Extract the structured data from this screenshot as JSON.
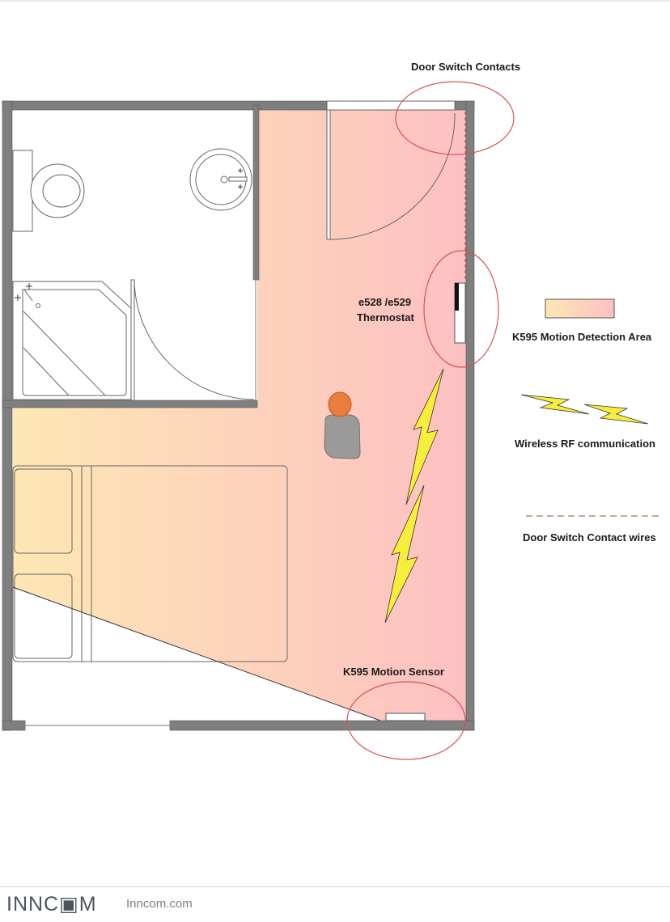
{
  "labels": {
    "door_switch_contacts": "Door Switch Contacts",
    "thermostat_line1": "e528 /e529",
    "thermostat_line2": "Thermostat",
    "motion_sensor": "K595 Motion Sensor"
  },
  "legend": {
    "motion_area": "K595 Motion Detection Area",
    "wireless": "Wireless RF communication",
    "wires": "Door Switch Contact wires"
  },
  "footer": {
    "brand": "INNC▣M",
    "site": "Inncom.com"
  },
  "colors": {
    "wall": "#7f7f7f",
    "area_left": "#fde7b4",
    "area_right": "#fdc0c2",
    "highlight_circle": "#d9534f",
    "bolt": "#f7ee3c",
    "person_head": "#e97d3d",
    "person_body": "#9a9a9a"
  }
}
